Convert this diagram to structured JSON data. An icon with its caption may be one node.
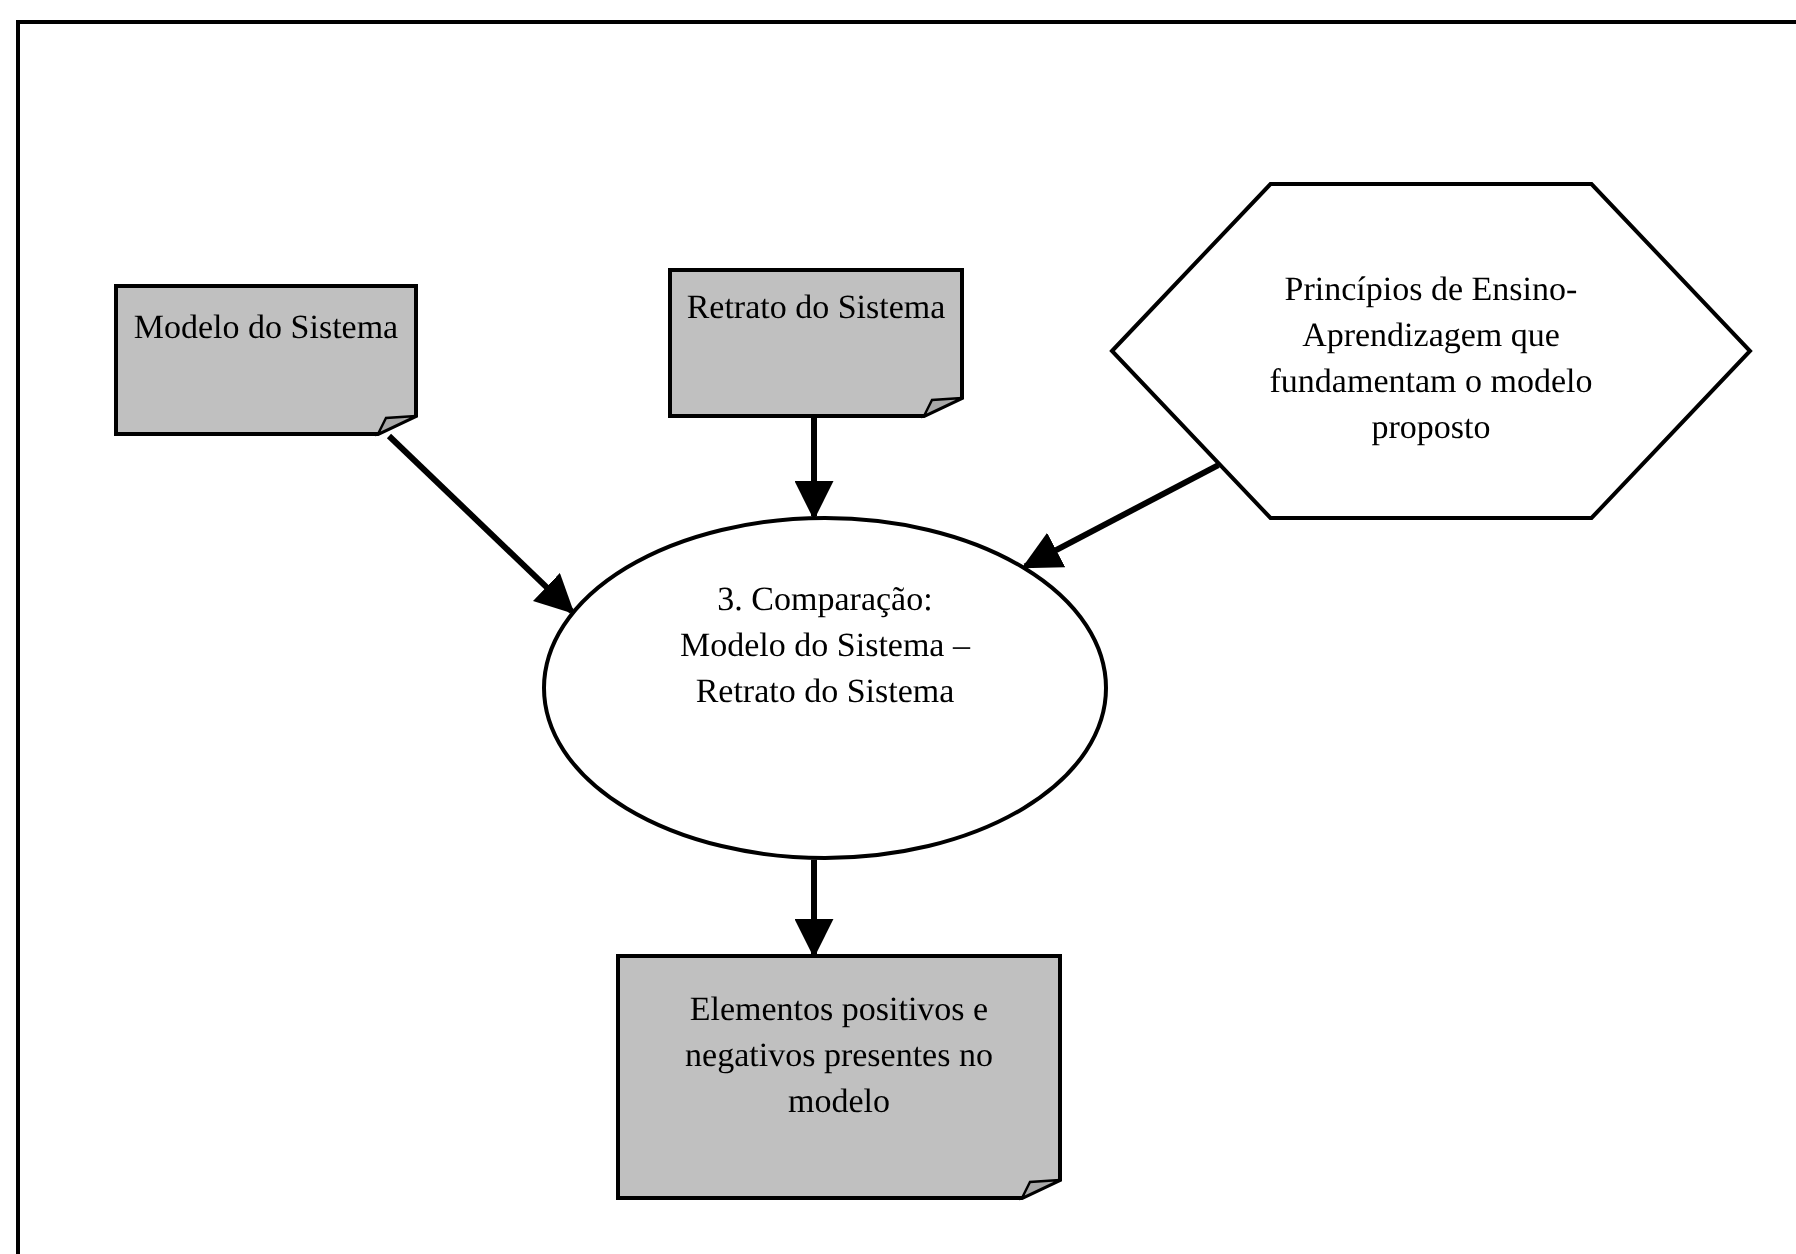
{
  "diagram": {
    "nodes": [
      {
        "text": [
          "Modelo do Sistema"
        ]
      },
      {
        "text": [
          "Retrato do Sistema"
        ]
      },
      {
        "text": [
          "Princípios de Ensino-Aprendizagem que fundamentam o modelo proposto"
        ]
      },
      {
        "text": [
          "3. Comparação: Modelo do Sistema – Retrato do Sistema"
        ]
      },
      {
        "text": [
          "Elementos positivos e negativos presentes no modelo"
        ]
      }
    ],
    "edges": [
      {
        "from": 0,
        "to": 3,
        "arrow": "to"
      },
      {
        "from": 1,
        "to": 3,
        "arrow": "to"
      },
      {
        "from": 2,
        "to": 3,
        "arrow": "to"
      },
      {
        "from": 3,
        "to": 4,
        "arrow": "to"
      }
    ]
  }
}
